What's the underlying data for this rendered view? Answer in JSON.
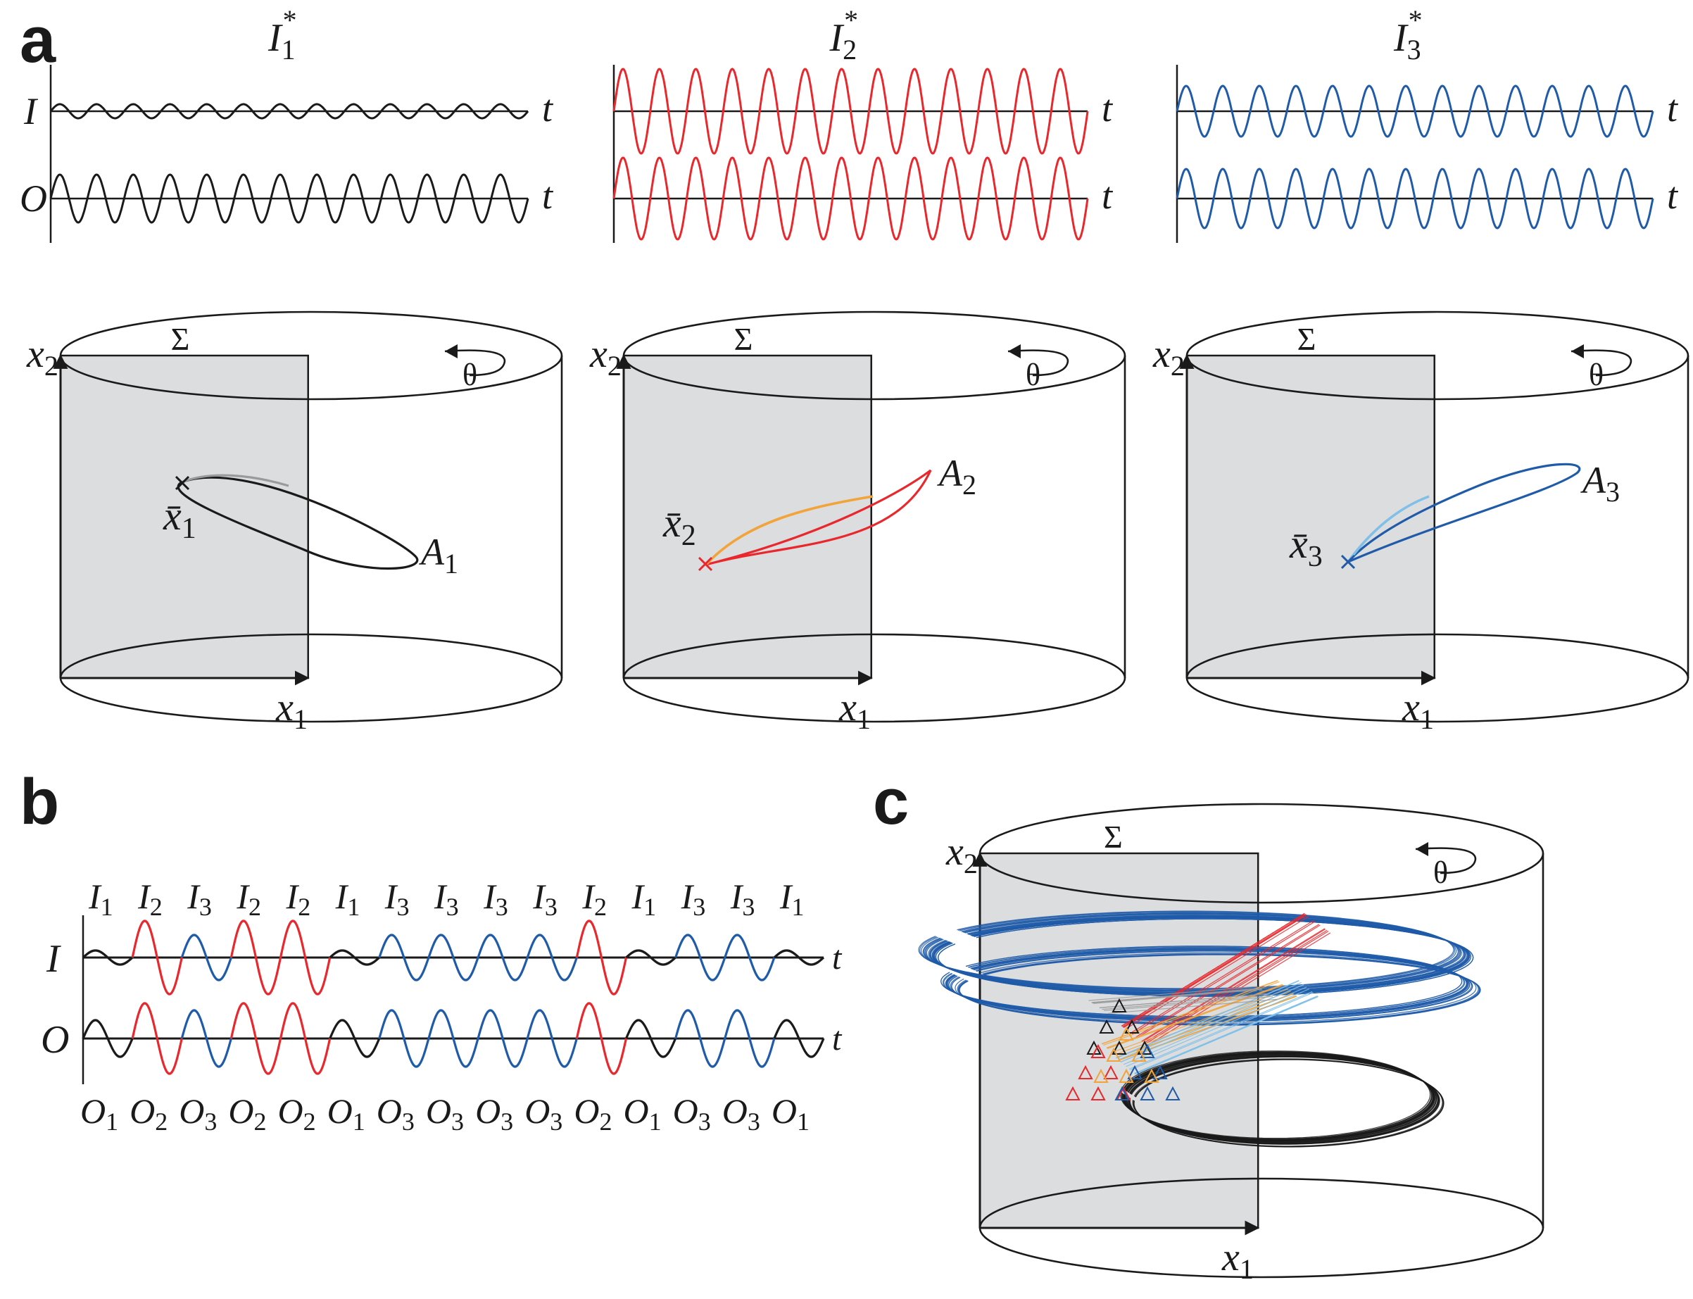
{
  "panels": {
    "a": "a",
    "b": "b",
    "c": "c"
  },
  "colors": {
    "black": "#1a1a1a",
    "red": "#e8282d",
    "blue": "#1f5ba8",
    "orange": "#f2a43a",
    "light_blue": "#7fbfe8",
    "gray_transient": "#9a9a9a",
    "section_fill": "#dcdddf"
  },
  "panel_a": {
    "columns": [
      {
        "title": "I",
        "title_sub": "1",
        "title_sup": "*",
        "input_label": "I",
        "output_label": "O",
        "time_label": "t",
        "state_label": "x̄",
        "state_sub": "1",
        "attractor_label": "A",
        "attractor_sub": "1",
        "color": "#1a1a1a"
      },
      {
        "title": "I",
        "title_sub": "2",
        "title_sup": "*",
        "input_label": "",
        "output_label": "",
        "time_label": "t",
        "state_label": "x̄",
        "state_sub": "2",
        "attractor_label": "A",
        "attractor_sub": "2",
        "color": "#e8282d"
      },
      {
        "title": "I",
        "title_sub": "3",
        "title_sup": "*",
        "input_label": "",
        "output_label": "",
        "time_label": "t",
        "state_label": "x̄",
        "state_sub": "3",
        "attractor_label": "A",
        "attractor_sub": "3",
        "color": "#1f5ba8"
      }
    ],
    "cylinder": {
      "section_label": "Σ",
      "x2_label": "x",
      "x2_sub": "2",
      "x1_label": "x",
      "x1_sub": "1",
      "theta_label": "θ"
    }
  },
  "panel_b": {
    "input_axis_label": "I",
    "output_axis_label": "O",
    "time_label": "t",
    "sequence": [
      1,
      2,
      3,
      2,
      2,
      1,
      3,
      3,
      3,
      3,
      2,
      1,
      3,
      3,
      1
    ],
    "input_prefix": "I",
    "output_prefix": "O"
  },
  "panel_c": {
    "section_label": "Σ",
    "x2_label": "x",
    "x2_sub": "2",
    "x1_label": "x",
    "x1_sub": "1",
    "theta_label": "θ"
  }
}
